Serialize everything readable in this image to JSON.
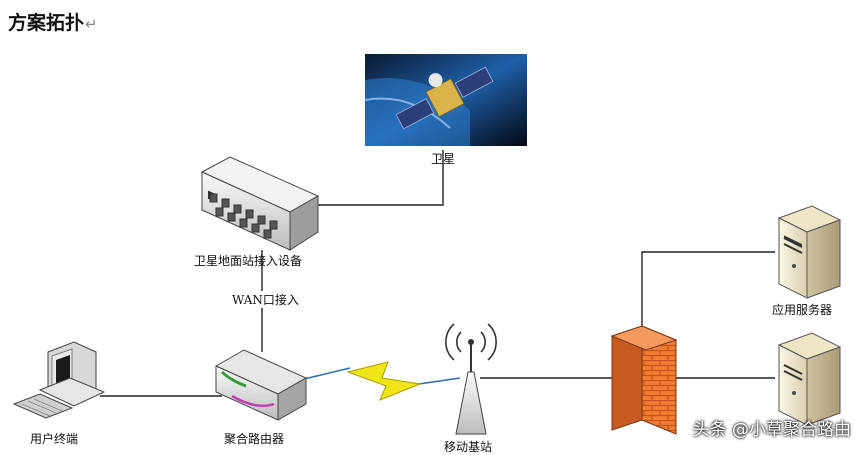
{
  "heading": {
    "title": "方案拓扑",
    "para_mark": "↵"
  },
  "nodes": {
    "satellite": {
      "label": "卫星",
      "icon": "satellite-photo-icon"
    },
    "ground_station": {
      "label": "卫星地面站接入设备",
      "icon": "network-switch-icon"
    },
    "wan_link": {
      "label": "WAN口接入"
    },
    "user_terminal": {
      "label": "用户终端",
      "icon": "desktop-computer-icon"
    },
    "aggregation_router": {
      "label": "聚合路由器",
      "icon": "router-icon"
    },
    "mobile_base_station": {
      "label": "移动基站",
      "icon": "cell-tower-icon"
    },
    "firewall": {
      "icon": "firewall-icon"
    },
    "app_server_1": {
      "label": "应用服务器",
      "icon": "server-icon"
    },
    "app_server_2": {
      "icon": "server-icon"
    }
  },
  "links": {
    "wireless": {
      "icon": "lightning-bolt-icon",
      "color": "#f0e516"
    }
  },
  "colors": {
    "line": "#222222",
    "firewall": "#e8732c",
    "accent": "#3a86c8"
  },
  "watermark": "头条 @小草聚合路由"
}
